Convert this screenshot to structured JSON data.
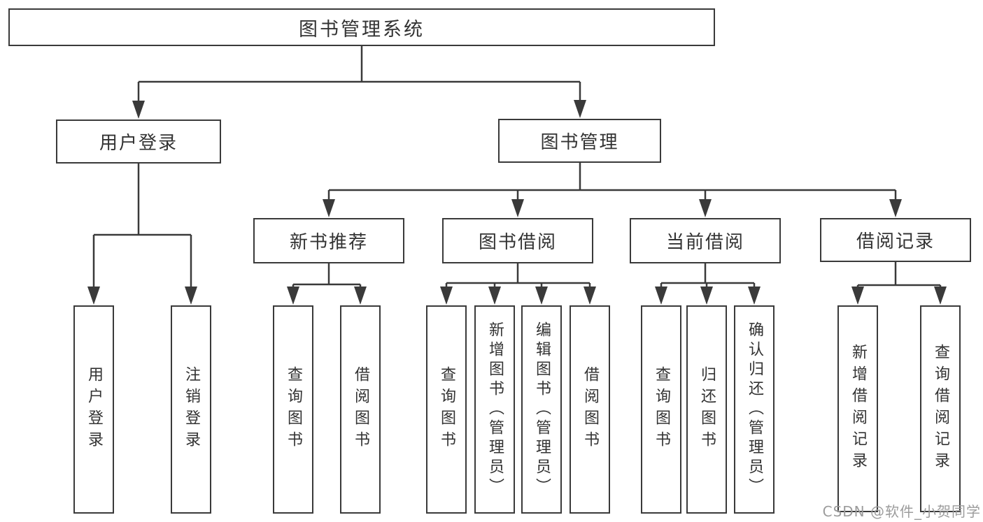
{
  "diagram": {
    "type": "hierarchy-tree",
    "title": "图书管理系统",
    "nodes": {
      "root": "图书管理系统",
      "user_login": "用户登录",
      "book_mgmt": "图书管理",
      "new_books": "新书推荐",
      "borrow": "图书借阅",
      "current": "当前借阅",
      "records": "借阅记录",
      "leaf_user_login": "用户登录",
      "leaf_logout": "注销登录",
      "leaf_nb_query": "查询图书",
      "leaf_nb_borrow": "借阅图书",
      "leaf_bb_query": "查询图书",
      "leaf_bb_add": "新增图书（管理员）",
      "leaf_bb_edit": "编辑图书（管理员）",
      "leaf_bb_borrow": "借阅图书",
      "leaf_cb_query": "查询图书",
      "leaf_cb_return": "归还图书",
      "leaf_cb_confirm": "确认归还（管理员）",
      "leaf_rec_add": "新增借阅记录",
      "leaf_rec_query": "查询借阅记录"
    },
    "hierarchy": {
      "root": [
        "user_login",
        "book_mgmt"
      ],
      "user_login": [
        "leaf_user_login",
        "leaf_logout"
      ],
      "book_mgmt": [
        "new_books",
        "borrow",
        "current",
        "records"
      ],
      "new_books": [
        "leaf_nb_query",
        "leaf_nb_borrow"
      ],
      "borrow": [
        "leaf_bb_query",
        "leaf_bb_add",
        "leaf_bb_edit",
        "leaf_bb_borrow"
      ],
      "current": [
        "leaf_cb_query",
        "leaf_cb_return",
        "leaf_cb_confirm"
      ],
      "records": [
        "leaf_rec_add",
        "leaf_rec_query"
      ]
    },
    "colors": {
      "background": "#ffffff",
      "box_border": "#3a3a3a",
      "box_fill": "#ffffff",
      "line": "#3a3a3a",
      "text": "#333333",
      "watermark": "#9c9c9c"
    }
  },
  "watermark": {
    "text": "CSDN @软件_小贺同学"
  }
}
